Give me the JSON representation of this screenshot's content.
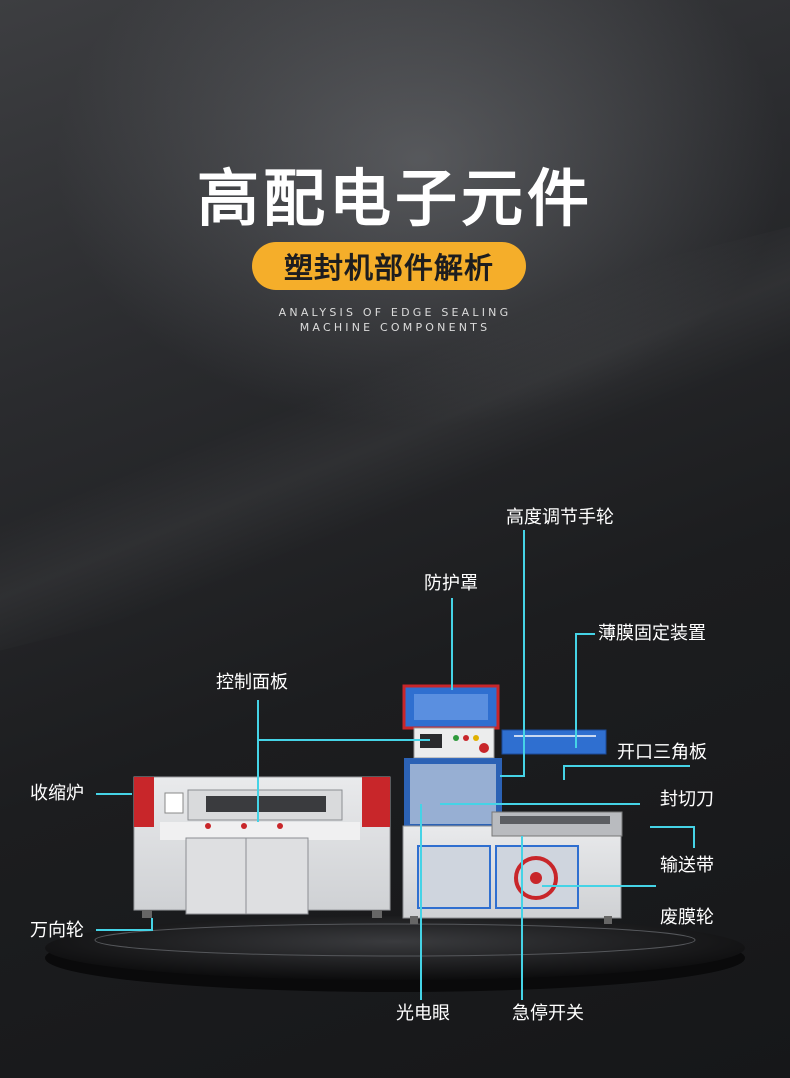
{
  "header": {
    "title": "高配电子元件",
    "pill": "塑封机部件解析",
    "subtitle_line1": "ANALYSIS OF EDGE SEALING",
    "subtitle_line2": "MACHINE COMPONENTS"
  },
  "labels": {
    "height_wheel": "高度调节手轮",
    "guard": "防护罩",
    "film_holder": "薄膜固定装置",
    "control_panel": "控制面板",
    "triangle_plate": "开口三角板",
    "shrink_oven": "收缩炉",
    "cutter": "封切刀",
    "conveyor": "输送带",
    "caster": "万向轮",
    "waste_wheel": "废膜轮",
    "photo_eye": "光电眼",
    "emergency_stop": "急停开关"
  },
  "colors": {
    "accent_pill": "#f5ae2a",
    "callout_line": "#45d3e6",
    "machine_red": "#c8262a",
    "machine_blue": "#2f6fd0"
  }
}
